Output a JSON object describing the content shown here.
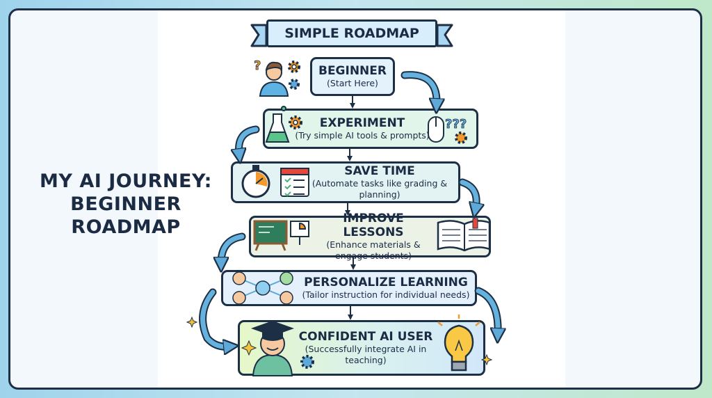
{
  "title": "MY AI JOURNEY: BEGINNER ROADMAP",
  "banner": "SIMPLE ROADMAP",
  "stages": [
    {
      "title": "BEGINNER",
      "desc": "(Start Here)"
    },
    {
      "title": "EXPERIMENT",
      "desc": "(Try simple AI tools & prompts)"
    },
    {
      "title": "SAVE TIME",
      "desc": "(Automate tasks like grading & planning)"
    },
    {
      "title": "IMPROVE LESSONS",
      "desc": "(Enhance materials & engage students)"
    },
    {
      "title": "PERSONALIZE LEARNING",
      "desc": "(Tailor instruction for individual needs)"
    },
    {
      "title": "CONFIDENT AI USER",
      "desc": "(Successfully integrate AI in teaching)"
    }
  ],
  "icons": {
    "stage1": [
      "student-avatar-icon",
      "question-mark-icon",
      "gear-icon"
    ],
    "stage2": [
      "flask-icon",
      "gear-icon",
      "mouse-icon",
      "question-mark-icon"
    ],
    "stage3": [
      "stopwatch-icon",
      "calendar-checklist-icon"
    ],
    "stage4": [
      "chalkboard-icon",
      "presentation-chart-icon",
      "open-book-icon"
    ],
    "stage5": [
      "student-network-icon"
    ],
    "stage6": [
      "graduate-icon",
      "sparkle-icon",
      "gear-icon",
      "lightbulb-icon"
    ]
  },
  "colors": {
    "outline": "#1d2f45",
    "arrow": "#5fa9d8",
    "accent_orange": "#f29a2e",
    "accent_green": "#4caf7a"
  }
}
